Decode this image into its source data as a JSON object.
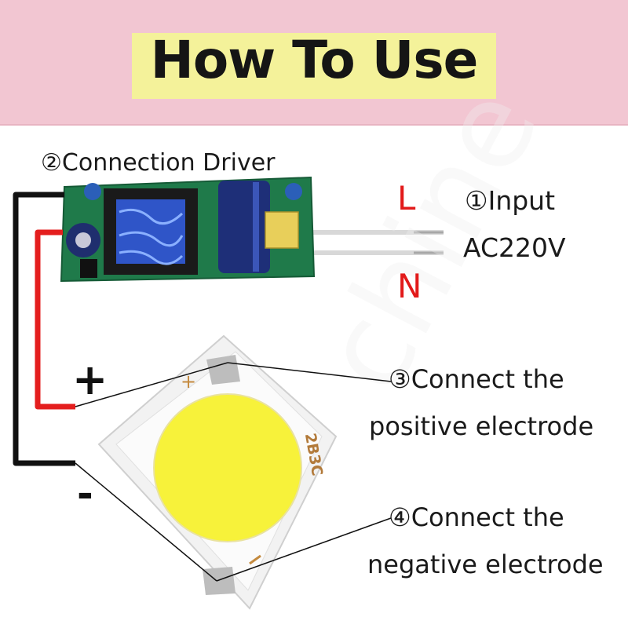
{
  "header": {
    "title": "How To Use"
  },
  "labels": {
    "driver": "②Connection Driver",
    "input": "①Input",
    "voltage": "AC220V",
    "line": "L",
    "neutral": "N",
    "positive_line1": "③Connect the",
    "positive_line2": "positive electrode",
    "negative_line1": "④Connect the",
    "negative_line2": "negative electrode",
    "plus": "+",
    "minus": "-"
  },
  "chip": {
    "marking": "2B3C"
  },
  "colors": {
    "header_bg": "#f2c6d2",
    "title_highlight": "#f4f29a",
    "red_wire": "#e41e1e",
    "black_wire": "#111111",
    "pcb_green": "#1f7a4a",
    "led_yellow": "#f7f23a"
  }
}
